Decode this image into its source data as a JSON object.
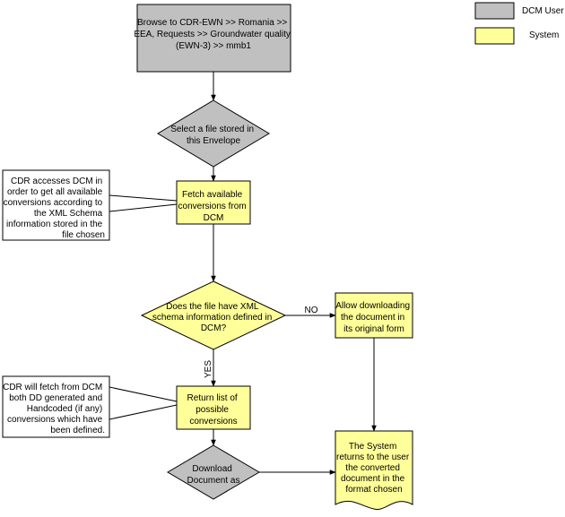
{
  "legend": {
    "items": [
      {
        "label": "DCM User",
        "color": "#c0c0c0"
      },
      {
        "label": "System",
        "color": "#ffff99"
      }
    ]
  },
  "flow": {
    "browse": [
      "Browse to CDR-EWN >> Romania >>",
      "EEA, Requests >> Groundwater quality",
      "(EWN-3) >> mmb1"
    ],
    "select_file": [
      "Select a file stored in",
      "this Envelope"
    ],
    "fetch": [
      "Fetch available",
      "conversions from",
      "DCM"
    ],
    "decision": [
      "Does the file have XML",
      "schema information defined in",
      "DCM?"
    ],
    "allow_download": [
      "Allow downloading",
      "the document in",
      "its original form"
    ],
    "return_list": [
      "Return list of",
      "possible",
      "conversions"
    ],
    "download_as": [
      "Download",
      "Document as"
    ],
    "system_returns": [
      "The System",
      "returns to the user",
      "the converted",
      "document in the",
      "format chosen"
    ]
  },
  "edges": {
    "no_label": "NO",
    "yes_label": "YES"
  },
  "notes": {
    "cdr_access": [
      "CDR accesses DCM in",
      "order to get all available",
      "conversions according to",
      "the XML Schema",
      "information stored in the",
      "file chosen"
    ],
    "cdr_fetch": [
      "CDR will fetch from DCM",
      "both DD generated and",
      "Handcoded (if any)",
      "conversions which have",
      "been defined."
    ]
  },
  "colors": {
    "user": "#c0c0c0",
    "system": "#ffff99",
    "note": "#ffffff",
    "stroke": "#000000"
  }
}
